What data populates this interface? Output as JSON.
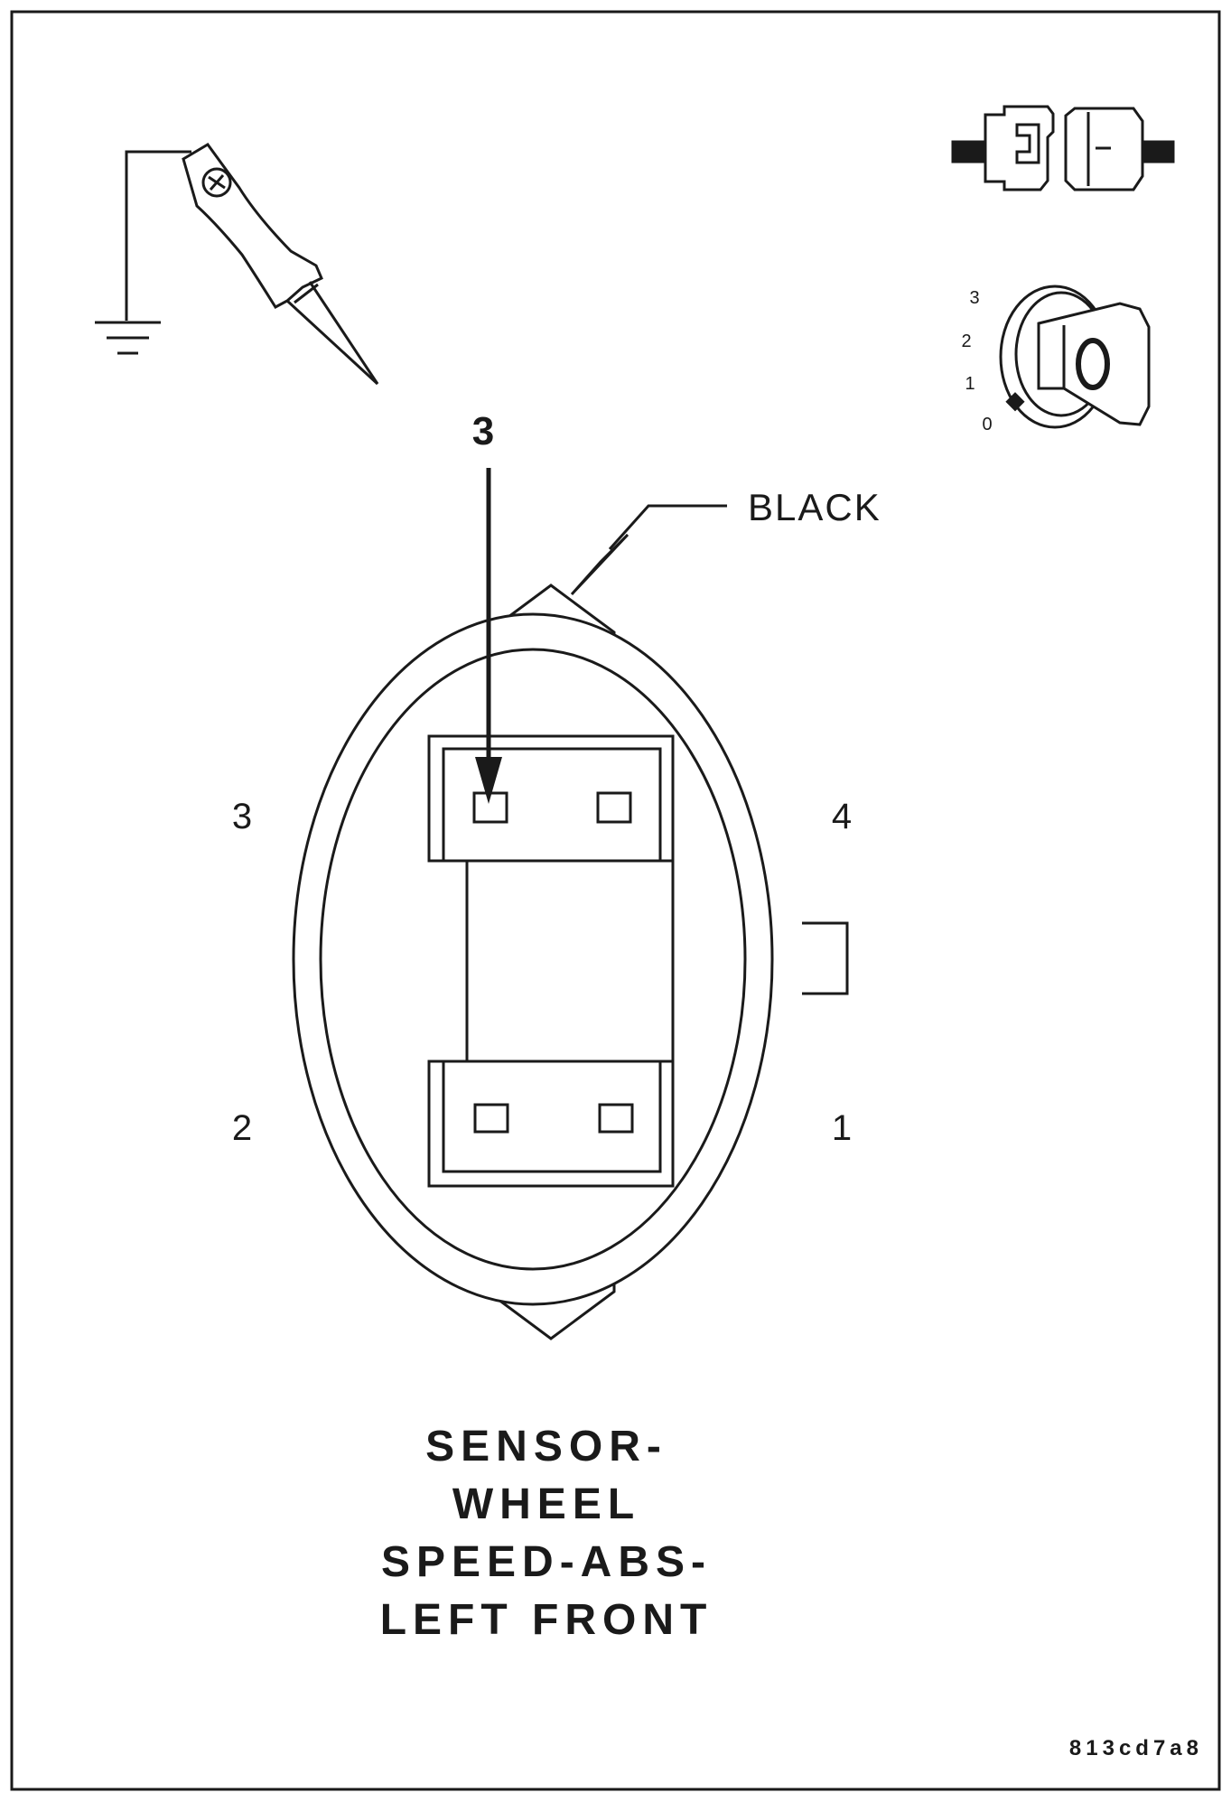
{
  "connector": {
    "color_label": "BLACK",
    "callout_pin": "3",
    "cavity_labels": {
      "top_left": "3",
      "top_right": "4",
      "bottom_left": "2",
      "bottom_right": "1"
    }
  },
  "title_lines": [
    "SENSOR-",
    "WHEEL",
    "SPEED-ABS-",
    "LEFT FRONT"
  ],
  "figure_code": "813cd7a8",
  "ignition_key": {
    "positions": [
      "3",
      "2",
      "1",
      "0"
    ],
    "selected": "0"
  },
  "icons": {
    "probe": "test-probe-to-ground-icon",
    "connector": "disconnected-connector-icon",
    "ignition": "ignition-key-icon"
  },
  "colors": {
    "ink": "#1a1a1a",
    "background": "#ffffff"
  }
}
